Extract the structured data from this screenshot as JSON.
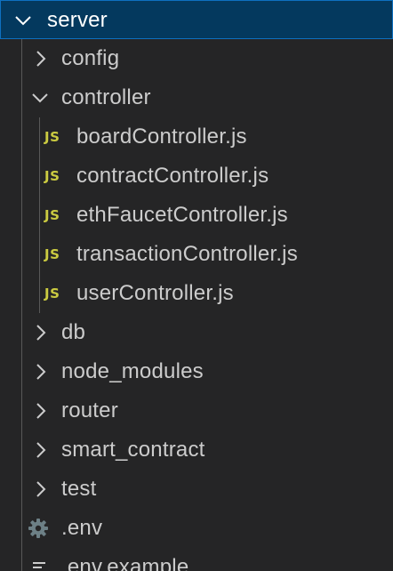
{
  "explorer": {
    "root": {
      "label": "server",
      "expanded": true
    },
    "items": [
      {
        "label": "config",
        "kind": "folder",
        "expanded": false
      },
      {
        "label": "controller",
        "kind": "folder",
        "expanded": true
      },
      {
        "label": "boardController.js",
        "kind": "js-file",
        "badge": "JS"
      },
      {
        "label": "contractController.js",
        "kind": "js-file",
        "badge": "JS"
      },
      {
        "label": "ethFaucetController.js",
        "kind": "js-file",
        "badge": "JS"
      },
      {
        "label": "transactionController.js",
        "kind": "js-file",
        "badge": "JS"
      },
      {
        "label": "userController.js",
        "kind": "js-file",
        "badge": "JS"
      },
      {
        "label": "db",
        "kind": "folder",
        "expanded": false
      },
      {
        "label": "node_modules",
        "kind": "folder",
        "expanded": false
      },
      {
        "label": "router",
        "kind": "folder",
        "expanded": false
      },
      {
        "label": "smart_contract",
        "kind": "folder",
        "expanded": false
      },
      {
        "label": "test",
        "kind": "folder",
        "expanded": false
      },
      {
        "label": ".env",
        "kind": "settings-file",
        "icon": "gear-icon"
      },
      {
        "label": ".env.example",
        "kind": "text-file",
        "icon": "lines-icon"
      }
    ]
  },
  "colors": {
    "background": "#252526",
    "selected_background": "#04395e",
    "selected_border": "#0e70c0",
    "text": "#cccccc",
    "js_badge": "#cbcb41",
    "gear": "#6d8086",
    "indent_guide": "#585858"
  }
}
